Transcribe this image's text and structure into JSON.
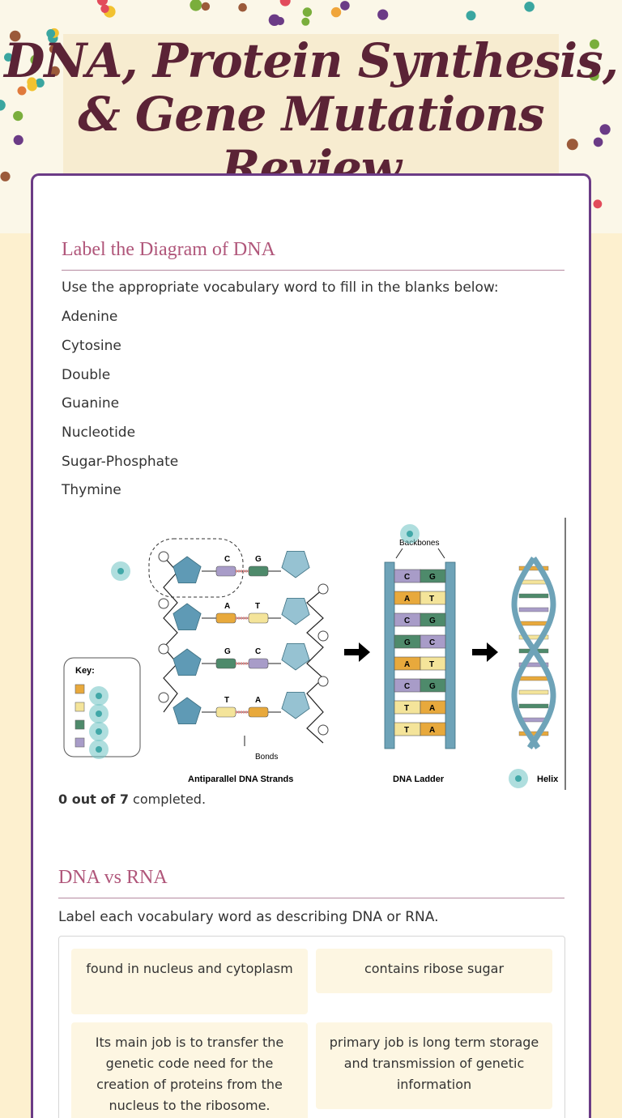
{
  "page": {
    "title_line1": "DNA, Protein Synthesis,",
    "title_line2": "& Gene Mutations",
    "title_line3": "Review"
  },
  "section1": {
    "title": "Label the Diagram of DNA",
    "instructions": "Use the appropriate vocabulary word to fill in the blanks below:",
    "words": [
      "Adenine",
      "Cytosine",
      "Double",
      "Guanine",
      "Nucleotide",
      "Sugar-Phosphate",
      "Thymine"
    ],
    "progress_count": "0 out of 7",
    "progress_suffix": " completed."
  },
  "diagram": {
    "key_label": "Key:",
    "caption_antiparallel": "Antiparallel DNA Strands",
    "caption_ladder": "DNA Ladder",
    "caption_helix": "Helix",
    "bonds_label": "Bonds",
    "backbones_label": "Backbones",
    "strand_pairs": [
      [
        "C",
        "G"
      ],
      [
        "A",
        "T"
      ],
      [
        "G",
        "C"
      ],
      [
        "T",
        "A"
      ]
    ],
    "ladder_pairs": [
      [
        "C",
        "G"
      ],
      [
        "A",
        "T"
      ],
      [
        "C",
        "G"
      ],
      [
        "G",
        "C"
      ],
      [
        "A",
        "T"
      ],
      [
        "C",
        "G"
      ],
      [
        "T",
        "A"
      ],
      [
        "T",
        "A"
      ]
    ],
    "base_colors": {
      "A": "#e8a93c",
      "T": "#f4e49a",
      "G": "#4e8a6b",
      "C": "#a89cc8"
    },
    "backbone_color": "#6ea3b8",
    "sugar_color": "#5f9ab5"
  },
  "section2": {
    "title": "DNA vs RNA",
    "instructions": "Label each vocabulary word as describing DNA or RNA.",
    "tiles": [
      "found in nucleus and cytoplasm",
      "contains ribose sugar",
      "Its main job is to transfer the genetic code need for the creation of proteins from the nucleus to the ribosome.",
      "primary job is long term storage and transmission of genetic information"
    ]
  }
}
